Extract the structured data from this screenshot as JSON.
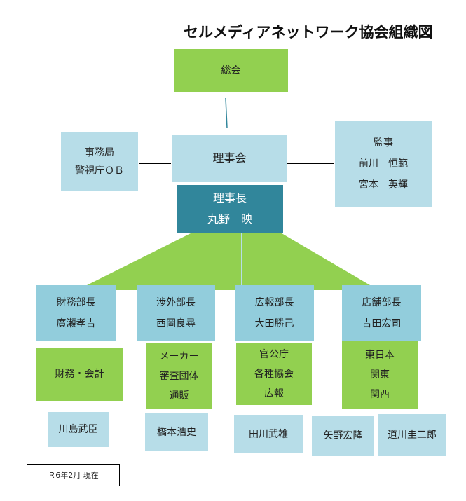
{
  "title": "セルメディアネットワーク協会組織図",
  "general_assembly": "総会",
  "board": "理事会",
  "secretariat": {
    "line1": "事務局",
    "line2": "警視庁ＯＢ"
  },
  "auditors": {
    "line1": "監事",
    "line2": "前川　恒範",
    "line3": "宮本　英輝"
  },
  "chairman": {
    "role": "理事長",
    "name": "丸野　映"
  },
  "departments": [
    {
      "role": "財務部長",
      "head": "廣瀬孝吉",
      "duties": [
        "財務・会計"
      ],
      "staff": [
        "川島武臣"
      ]
    },
    {
      "role": "渉外部長",
      "head": "西岡良尋",
      "duties": [
        "メーカー",
        "審査団体",
        "通販"
      ],
      "staff": [
        "橋本浩史"
      ]
    },
    {
      "role": "広報部長",
      "head": "大田勝己",
      "duties": [
        "官公庁",
        "各種協会",
        "広報"
      ],
      "staff": [
        "田川武雄"
      ]
    },
    {
      "role": "店舗部長",
      "head": "吉田宏司",
      "duties": [
        "東日本",
        "関東",
        "関西"
      ],
      "staff": [
        "矢野宏隆",
        "道川圭二郎"
      ]
    }
  ],
  "footnote": "Ｒ6年2月  現在",
  "colors": {
    "green": "#92d050",
    "light_blue": "#b7dde8",
    "blue": "#92cddc",
    "teal": "#31869b"
  }
}
